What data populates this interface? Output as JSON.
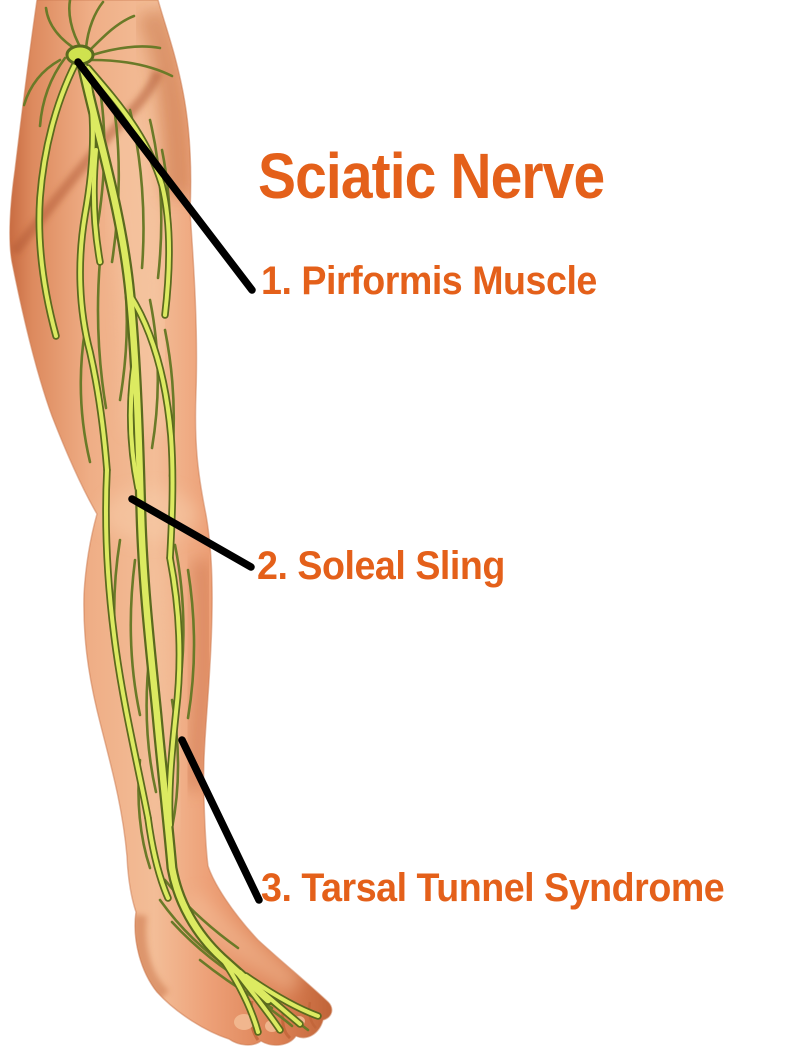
{
  "page": {
    "title": "Sciatic Nerve",
    "background_color": "#ffffff",
    "accent_color": "#e4601a"
  },
  "labels": [
    {
      "number": "1",
      "text": "1. Pirformis Muscle"
    },
    {
      "number": "2",
      "text": "2. Soleal Sling"
    },
    {
      "number": "3",
      "text": "3. Tarsal Tunnel Syndrome"
    }
  ],
  "illustration": {
    "description": "posterior view of right leg with sciatic nerve branches, from buttock to toes",
    "skin_color": "#eda077",
    "skin_shadow_color": "#c4683e",
    "skin_highlight_color": "#f3bd97",
    "nerve_color": "#dcea61",
    "nerve_outline_color": "#5a6a1e",
    "leader_line_color": "#000000"
  }
}
